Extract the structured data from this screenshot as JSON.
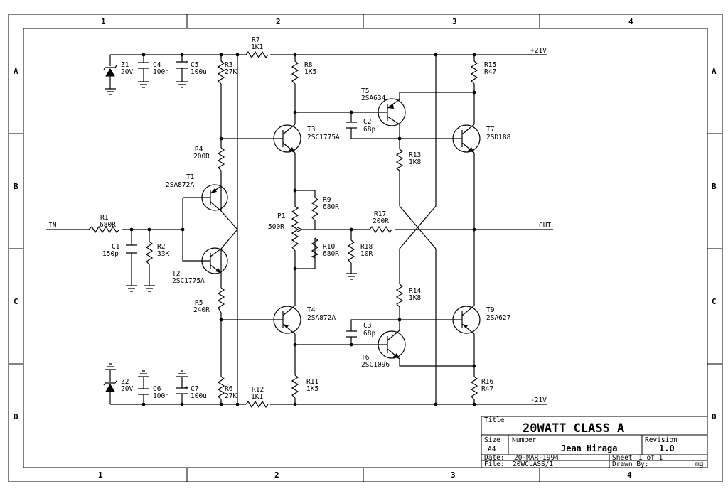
{
  "zones": {
    "columns": [
      "1",
      "2",
      "3",
      "4"
    ],
    "rows": [
      "A",
      "B",
      "C",
      "D"
    ]
  },
  "rails": {
    "positive": "+21V",
    "negative": "-21V",
    "input": "IN",
    "output": "OUT"
  },
  "components": {
    "Z1": {
      "ref": "Z1",
      "value": "20V"
    },
    "C4": {
      "ref": "C4",
      "value": "100n"
    },
    "C5": {
      "ref": "C5",
      "value": "100u"
    },
    "R3": {
      "ref": "R3",
      "value": "27K"
    },
    "R7": {
      "ref": "R7",
      "value": "1K1"
    },
    "R8": {
      "ref": "R8",
      "value": "1K5"
    },
    "R15": {
      "ref": "R15",
      "value": "R47"
    },
    "T5": {
      "ref": "T5",
      "value": "2SA634"
    },
    "C2": {
      "ref": "C2",
      "value": "68p"
    },
    "T3": {
      "ref": "T3",
      "value": "2SC1775A"
    },
    "T7": {
      "ref": "T7",
      "value": "2SD188"
    },
    "R4": {
      "ref": "R4",
      "value": "200R"
    },
    "R13": {
      "ref": "R13",
      "value": "1K8"
    },
    "T1": {
      "ref": "T1",
      "value": "2SA872A"
    },
    "R9": {
      "ref": "R9",
      "value": "680R"
    },
    "P1": {
      "ref": "P1",
      "value": "500R"
    },
    "R1": {
      "ref": "R1",
      "value": "680R"
    },
    "R17": {
      "ref": "R17",
      "value": "200R"
    },
    "C1": {
      "ref": "C1",
      "value": "150p"
    },
    "R2": {
      "ref": "R2",
      "value": "33K"
    },
    "R10": {
      "ref": "R10",
      "value": "680R"
    },
    "R18": {
      "ref": "R18",
      "value": "10R"
    },
    "T2": {
      "ref": "T2",
      "value": "2SC1775A"
    },
    "R14": {
      "ref": "R14",
      "value": "1K8"
    },
    "R5": {
      "ref": "R5",
      "value": "240R"
    },
    "T4": {
      "ref": "T4",
      "value": "2SA872A"
    },
    "T9": {
      "ref": "T9",
      "value": "2SA627"
    },
    "C3": {
      "ref": "C3",
      "value": "68p"
    },
    "T6": {
      "ref": "T6",
      "value": "2SC1096"
    },
    "R11": {
      "ref": "R11",
      "value": "1K5"
    },
    "R16": {
      "ref": "R16",
      "value": "R47"
    },
    "Z2": {
      "ref": "Z2",
      "value": "20V"
    },
    "C6": {
      "ref": "C6",
      "value": "100n"
    },
    "C7": {
      "ref": "C7",
      "value": "100u"
    },
    "R6": {
      "ref": "R6",
      "value": "27K"
    },
    "R12": {
      "ref": "R12",
      "value": "1K1"
    }
  },
  "title_block": {
    "title_label": "Title",
    "title": "20WATT CLASS A",
    "size_label": "Size",
    "size": "A4",
    "number_label": "Number",
    "number": "Jean Hiraga",
    "revision_label": "Revision",
    "revision": "1.0",
    "date_label": "Date:",
    "date": "20-MAR-1994",
    "sheet_label": "Sheet",
    "sheet": "1 of 1",
    "file_label": "File:",
    "file": "20WCLASS/1",
    "drawn_label": "Drawn By:",
    "drawn": "mg"
  }
}
